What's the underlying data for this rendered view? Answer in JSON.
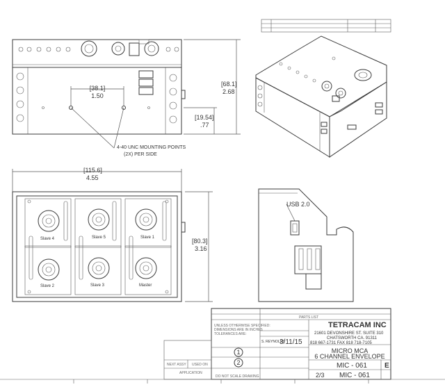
{
  "front_view": {
    "dim_width_mm": "[38.1]",
    "dim_width_in": "1.50",
    "dim_height_mm": "[68.1]",
    "dim_height_in": "2.68",
    "dim_offset_mm": "[19.54]",
    "dim_offset_in": ".77",
    "note_line1": "4-40 UNC MOUNTING POINTS",
    "note_line2": "(2X) PER SIDE"
  },
  "top_view": {
    "dim_width_mm": "[115.6]",
    "dim_width_in": "4.55",
    "dim_height_mm": "[80.3]",
    "dim_height_in": "3.16",
    "channels": [
      "Slave 4",
      "Slave 5",
      "Slave 1",
      "Slave 2",
      "Slave 3",
      "Master"
    ]
  },
  "side_view": {
    "usb_label": "USB 2.0"
  },
  "title_block": {
    "parts_list": "PARTS LIST",
    "company": "TETRACAM INC",
    "address1": "21601 DEVONSHIRE ST. SUITE 310",
    "address2": "CHATSWORTH CA. 91311",
    "phone": "818 667-1731  FAX 818 718-7105",
    "title1": "MICRO MCA",
    "title2": "6 CHANNEL ENVELOPE",
    "part_no": "MIC - 061",
    "part_no2": "MIC - 061",
    "drawn_by": "S. REYNOLDS",
    "date": "3/11/15",
    "sheet": "2/3",
    "rev": "E",
    "circle1": "1",
    "circle2": "2",
    "next_assy": "NEXT ASSY",
    "used_on": "USED ON",
    "application": "APPLICATION",
    "dont_scale": "DO NOT SCALE DRAWING",
    "unless": "UNLESS OTHERWISE SPECIFIED:",
    "dims": "DIMENSIONS ARE IN INCHES",
    "tolerances": "TOLERANCES ARE:"
  }
}
